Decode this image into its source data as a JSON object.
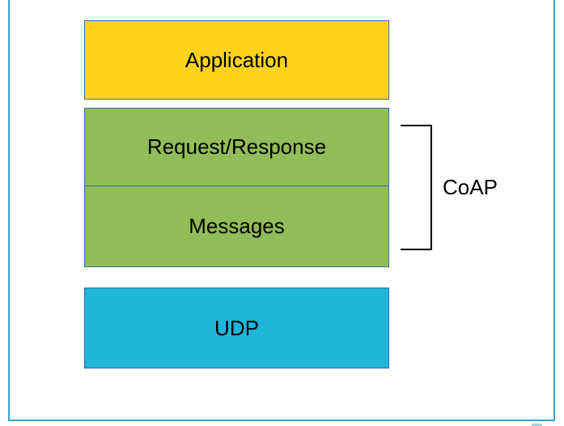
{
  "diagram": {
    "description_type": "protocol-stack-diagram",
    "stack": {
      "application_label": "Application",
      "request_response_label": "Request/Response",
      "messages_label": "Messages",
      "udp_label": "UDP"
    },
    "bracket_label": "CoAP",
    "colors": {
      "application_fill": "#FFD21E",
      "coap_fill": "#90BD58",
      "udp_fill": "#1FB6D9",
      "box_border": "#3A70B4",
      "frame_border": "#3BA6CB",
      "bracket_color": "#000000",
      "text_color": "#000000"
    }
  }
}
